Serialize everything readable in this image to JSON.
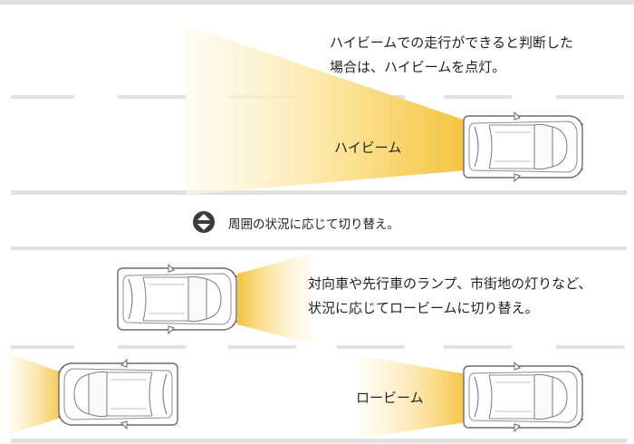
{
  "top": {
    "caption_line1": "ハイビームでの走行ができると判断した",
    "caption_line2": "場合は、ハイビームを点灯。",
    "beam_label": "ハイビーム"
  },
  "middle": {
    "note": "周囲の状況に応じて切り替え。",
    "icon": "up-down-arrows-icon"
  },
  "bottom": {
    "caption_line1": "対向車や先行車のランプ、市街地の灯りなど、",
    "caption_line2": "状況に応じてロービームに切り替え。",
    "beam_label": "ロービーム"
  },
  "colors": {
    "road_line": "#e1e1e1",
    "beam_strong": "#f5c33f",
    "beam_fade": "#fffaeb",
    "icon": "#3c3c3c"
  }
}
